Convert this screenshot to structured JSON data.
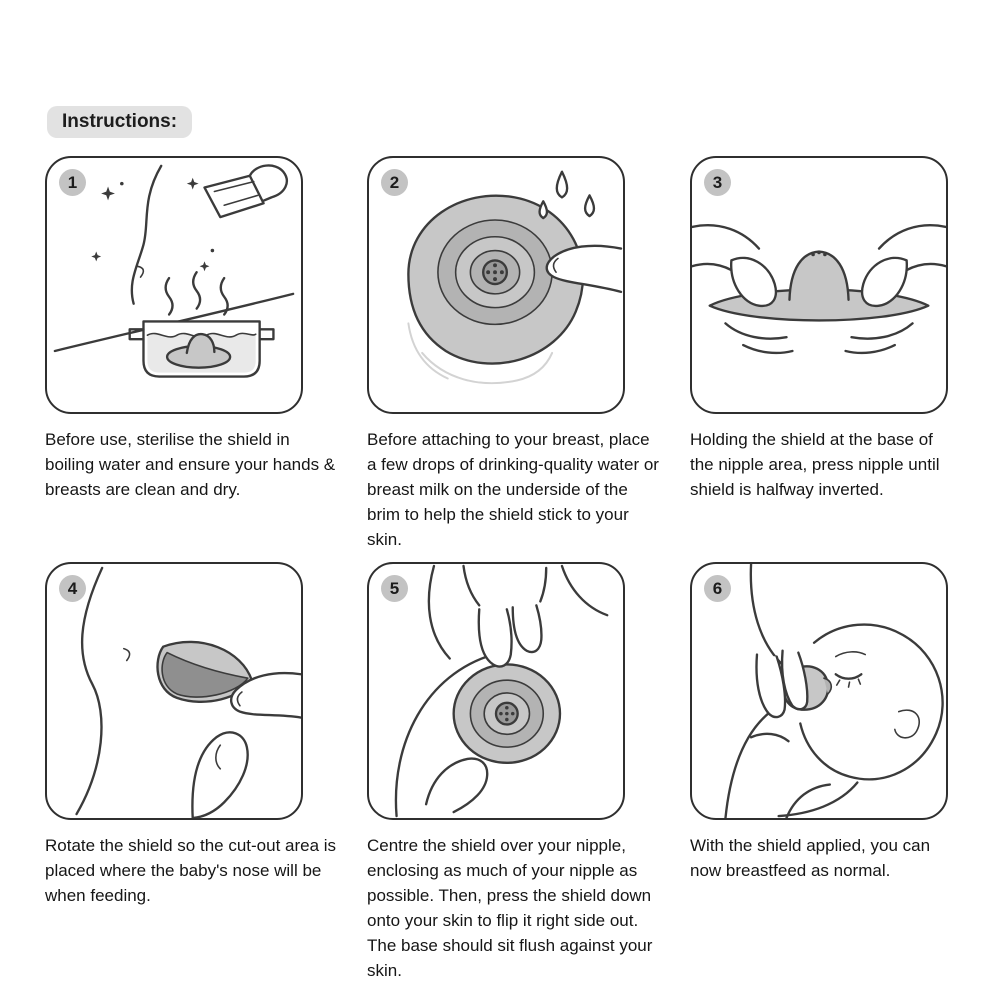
{
  "header": {
    "title": "Instructions:"
  },
  "steps": [
    {
      "number": "1",
      "illustration": "sterilise-shield-in-boiling-water",
      "caption": "Before use, sterilise the shield in boiling water and ensure your hands & breasts are clean and dry."
    },
    {
      "number": "2",
      "illustration": "apply-water-drops-to-brim",
      "caption": "Before attaching to your breast, place a few drops of drinking-quality water or breast milk on the underside of the brim to help the shield stick to your skin."
    },
    {
      "number": "3",
      "illustration": "press-nipple-until-halfway-inverted",
      "caption": "Holding the shield at the base of the nipple area, press nipple until shield is halfway inverted."
    },
    {
      "number": "4",
      "illustration": "rotate-shield-cutout-for-baby-nose",
      "caption": "Rotate the shield so the cut-out area is placed where the baby's nose will be when feeding."
    },
    {
      "number": "5",
      "illustration": "centre-shield-over-nipple-and-press",
      "caption": "Centre the shield over your nipple, enclosing as much of your nipple as possible. Then, press the shield down onto your skin to flip it right side out. The base should sit flush against your skin."
    },
    {
      "number": "6",
      "illustration": "breastfeed-as-normal-with-shield",
      "caption": "With the shield applied, you can now breastfeed as normal."
    }
  ],
  "colors": {
    "line": "#3b3b3b",
    "shield_gray": "#c7c7c7",
    "shield_mid_gray": "#b3b3b3",
    "shield_dark_gray": "#989898",
    "badge_bg": "#c3c3c3",
    "header_pill_bg": "#e2e2e2",
    "text": "#161616",
    "panel_border": "#2f2f2f"
  }
}
